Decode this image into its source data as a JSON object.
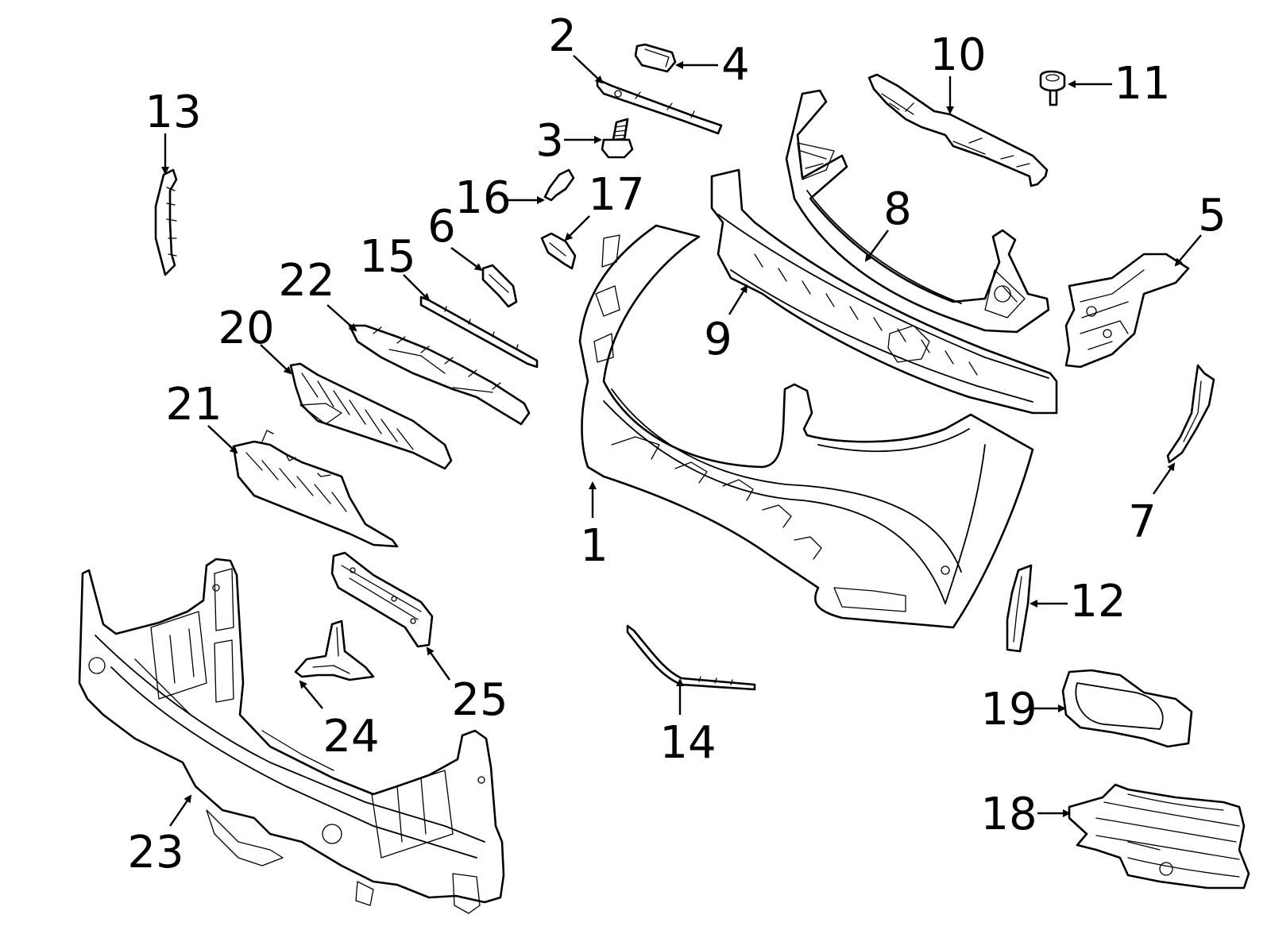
{
  "diagram": {
    "line_color": "#000000",
    "background": "#ffffff",
    "callouts": [
      {
        "id": "1",
        "label": "1"
      },
      {
        "id": "2",
        "label": "2"
      },
      {
        "id": "3",
        "label": "3"
      },
      {
        "id": "4",
        "label": "4"
      },
      {
        "id": "5",
        "label": "5"
      },
      {
        "id": "6",
        "label": "6"
      },
      {
        "id": "7",
        "label": "7"
      },
      {
        "id": "8",
        "label": "8"
      },
      {
        "id": "9",
        "label": "9"
      },
      {
        "id": "10",
        "label": "10"
      },
      {
        "id": "11",
        "label": "11"
      },
      {
        "id": "12",
        "label": "12"
      },
      {
        "id": "13",
        "label": "13"
      },
      {
        "id": "14",
        "label": "14"
      },
      {
        "id": "15",
        "label": "15"
      },
      {
        "id": "16",
        "label": "16"
      },
      {
        "id": "17",
        "label": "17"
      },
      {
        "id": "18",
        "label": "18"
      },
      {
        "id": "19",
        "label": "19"
      },
      {
        "id": "20",
        "label": "20"
      },
      {
        "id": "21",
        "label": "21"
      },
      {
        "id": "22",
        "label": "22"
      },
      {
        "id": "23",
        "label": "23"
      },
      {
        "id": "24",
        "label": "24"
      },
      {
        "id": "25",
        "label": "25"
      }
    ]
  }
}
